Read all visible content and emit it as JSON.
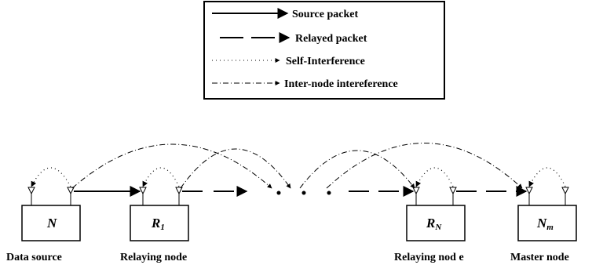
{
  "legend": {
    "items": [
      {
        "label": "Source packet",
        "style": "solid"
      },
      {
        "label": "Relayed packet",
        "style": "dashed"
      },
      {
        "label": "Self-Interference",
        "style": "dotted"
      },
      {
        "label": "Inter-node intereference",
        "style": "dashdot"
      }
    ]
  },
  "nodes": [
    {
      "main": "N",
      "sub": "",
      "caption": "Data source"
    },
    {
      "main": "R",
      "sub": "1",
      "caption": "Relaying node"
    },
    {
      "main": "R",
      "sub": "N",
      "caption": "Relaying nod e"
    },
    {
      "main": "N",
      "sub": "m",
      "caption": "Master node"
    }
  ],
  "colors": {
    "stroke": "#000000",
    "background": "#ffffff"
  }
}
